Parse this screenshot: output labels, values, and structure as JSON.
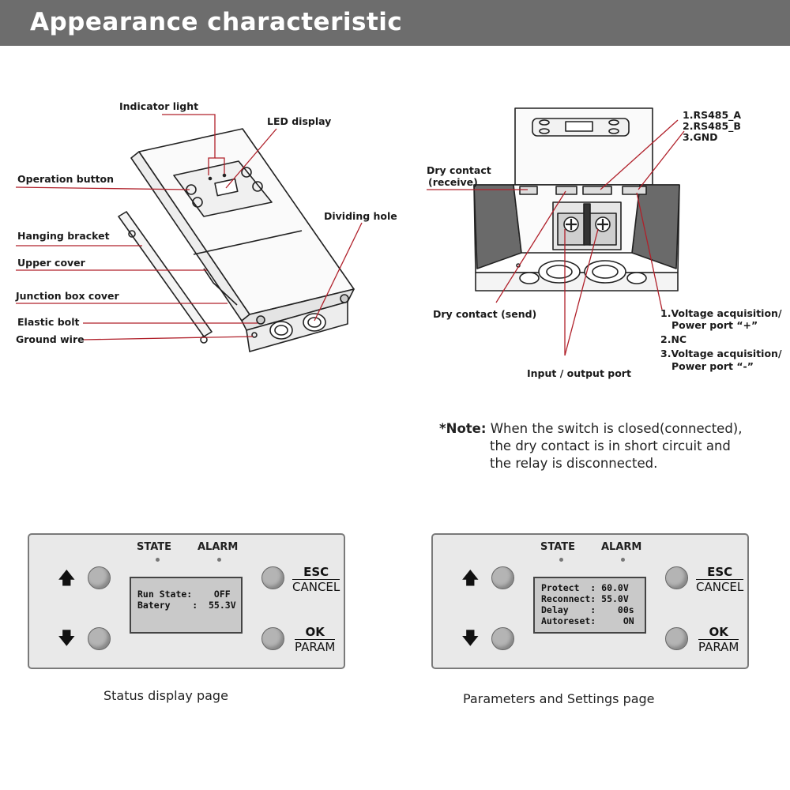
{
  "header": {
    "title": "Appearance characteristic"
  },
  "left_device": {
    "labels": {
      "indicator_light": "Indicator light",
      "led_display": "LED display",
      "operation_button": "Operation button",
      "dividing_hole": "Dividing hole",
      "hanging_bracket": "Hanging bracket",
      "upper_cover": "Upper cover",
      "junction_box_cover": "Junction box cover",
      "elastic_bolt": "Elastic bolt",
      "ground_wire": "Ground wire"
    }
  },
  "right_device": {
    "labels": {
      "rs485_a": "1.RS485_A",
      "rs485_b": "2.RS485_B",
      "gnd": "3.GND",
      "dry_contact_receive_1": "Dry contact",
      "dry_contact_receive_2": "(receive)",
      "dry_contact_send": "Dry contact (send)",
      "voltage_1a": "1.Voltage acquisition/",
      "voltage_1b": "Power port “+”",
      "nc": "2.NC",
      "voltage_3a": "3.Voltage acquisition/",
      "voltage_3b": "Power port “-”",
      "input_output": "Input / output port"
    }
  },
  "note": {
    "prefix": "*Note:",
    "line1": "When the switch is closed(connected),",
    "line2": "the dry contact is in short circuit and",
    "line3": "the relay is disconnected."
  },
  "panels": [
    {
      "state": "STATE",
      "alarm": "ALARM",
      "esc": "ESC",
      "cancel": "CANCEL",
      "ok": "OK",
      "param": "PARAM",
      "lcd": [
        "Run State:    OFF",
        "Batery    :  55.3V"
      ],
      "caption": "Status display page"
    },
    {
      "state": "STATE",
      "alarm": "ALARM",
      "esc": "ESC",
      "cancel": "CANCEL",
      "ok": "OK",
      "param": "PARAM",
      "lcd": [
        "Protect  : 60.0V",
        "Reconnect: 55.0V",
        "Delay    :    00s",
        "Autoreset:     ON"
      ],
      "caption": "Parameters and Settings page"
    }
  ],
  "colors": {
    "header_bg": "#6d6d6d",
    "leader_line": "#b0202a",
    "panel_bg": "#e9e9e9"
  }
}
